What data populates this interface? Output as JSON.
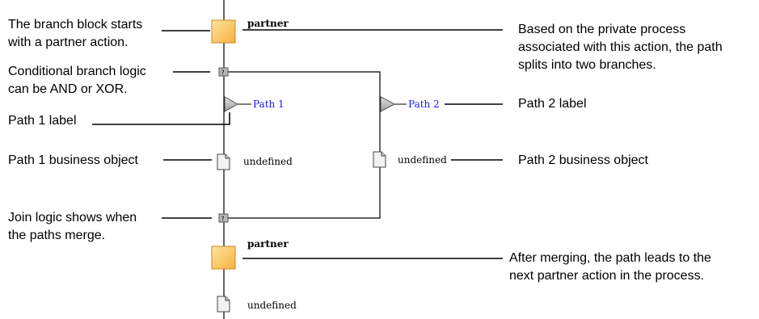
{
  "annotations": {
    "branch_start": [
      "The branch block starts",
      "with a partner action."
    ],
    "conditional": [
      "Conditional branch logic",
      "can be AND or XOR."
    ],
    "path1_label": "Path 1 label",
    "path1_object": "Path 1 business object",
    "join": [
      "Join logic shows when",
      "the paths merge."
    ],
    "private_process": [
      "Based on the private process",
      "associated with this action, the path",
      "splits into two branches."
    ],
    "path2_label": "Path 2 label",
    "path2_object": "Path 2 business object",
    "after_merge": [
      "After merging, the path leads to the",
      "next partner action in the process."
    ]
  },
  "diagram": {
    "partner_top": "partner",
    "partner_bottom": "partner",
    "path1": "Path 1",
    "path2": "Path 2",
    "object1": "undefined",
    "object2": "undefined",
    "object3": "undefined",
    "logic_glyph": "?"
  },
  "colors": {
    "partner_fill": "#fcc45a",
    "partner_border": "#b07a20",
    "path_text": "#1a1aff",
    "logic_fill": "#b8b8b8"
  }
}
